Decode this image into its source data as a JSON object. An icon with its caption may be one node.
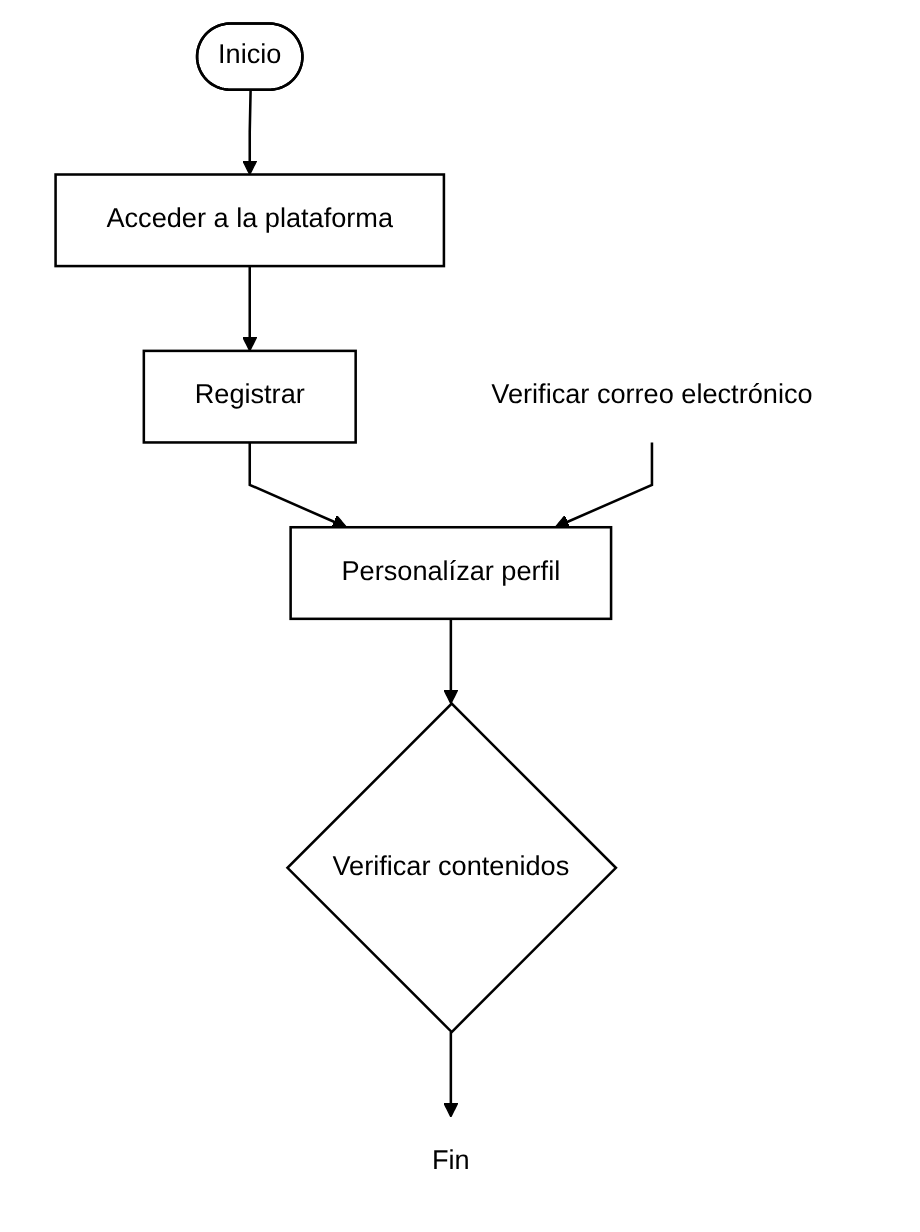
{
  "diagram": {
    "nodes": [
      {
        "text": [
          "Inicio"
        ]
      },
      {
        "text": [
          "Acceder a la plataforma"
        ]
      },
      {
        "text": [
          "Registrar"
        ]
      },
      {
        "text": [
          "Verificar correo electrónico"
        ]
      },
      {
        "text": [
          "Personalízar perfil"
        ]
      },
      {
        "text": [
          "Verificar contenidos"
        ]
      },
      {
        "text": [
          "Fin"
        ]
      }
    ],
    "edges": [
      {
        "from": 0,
        "to": 1,
        "arrow": "to"
      },
      {
        "from": 1,
        "to": 2,
        "arrow": "to"
      },
      {
        "from": 2,
        "to": 4,
        "arrow": "to"
      },
      {
        "from": 3,
        "to": 4,
        "arrow": "to"
      },
      {
        "from": 4,
        "to": 5,
        "arrow": "to"
      },
      {
        "from": 5,
        "to": 6,
        "arrow": "to"
      }
    ]
  }
}
